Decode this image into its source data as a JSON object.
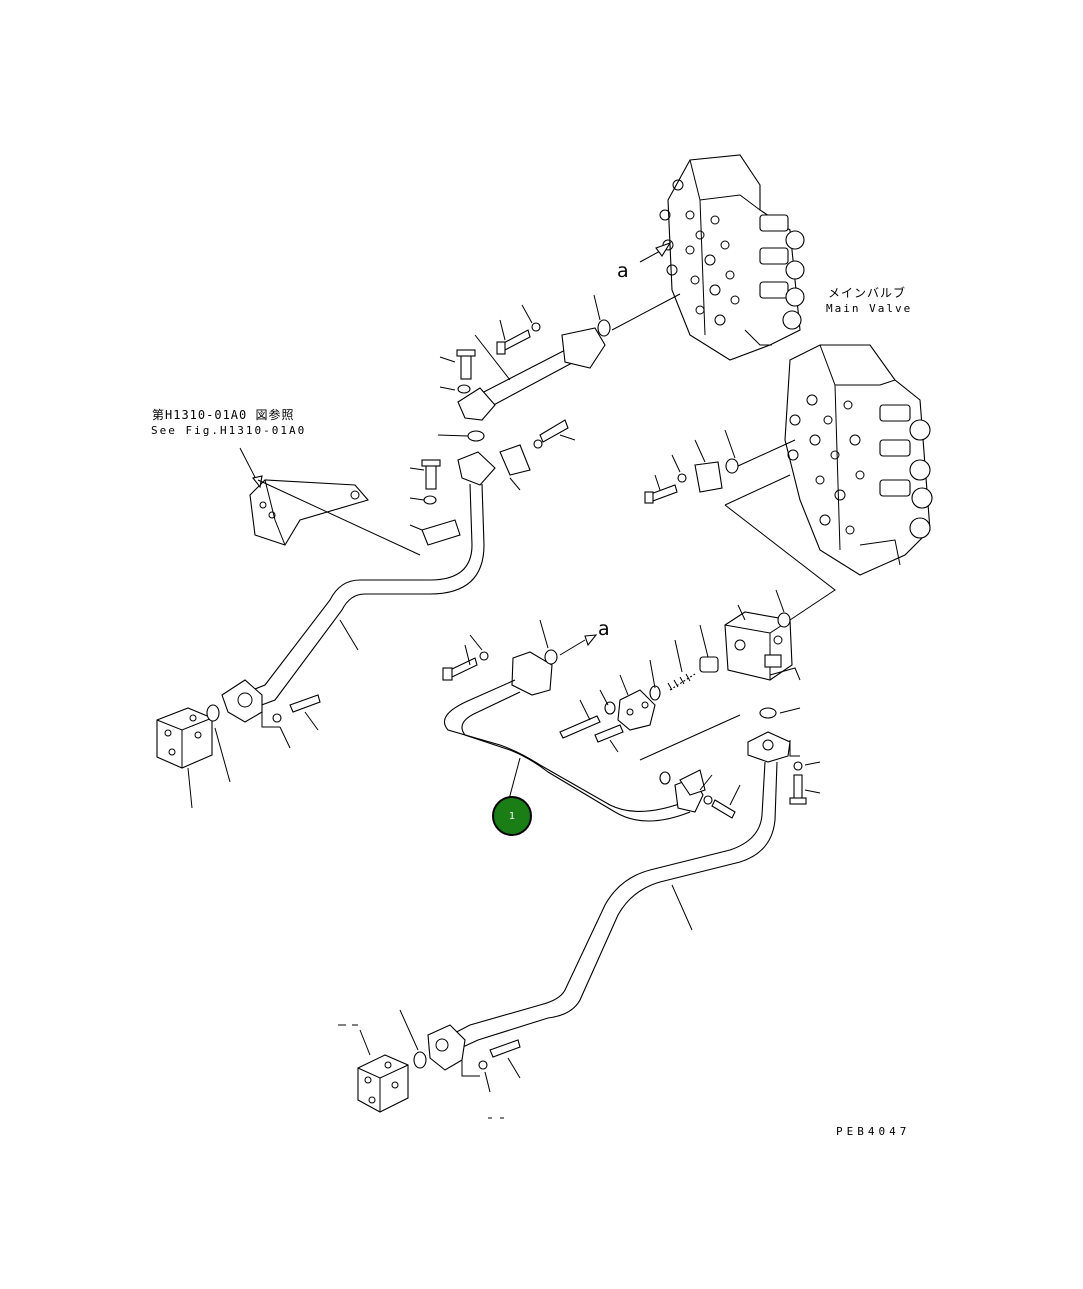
{
  "drawing": {
    "main_valve_label_jp": "メインバルブ",
    "main_valve_label_en": "Main Valve",
    "ref_label_jp": "第H1310-01A0 図参照",
    "ref_label_en": "See Fig.H1310-01A0",
    "arrow_label_top": "a",
    "arrow_label_mid": "a",
    "figure_code": "PEB4047"
  },
  "callouts": [
    {
      "number": "1",
      "color": "#1a7d16"
    }
  ]
}
